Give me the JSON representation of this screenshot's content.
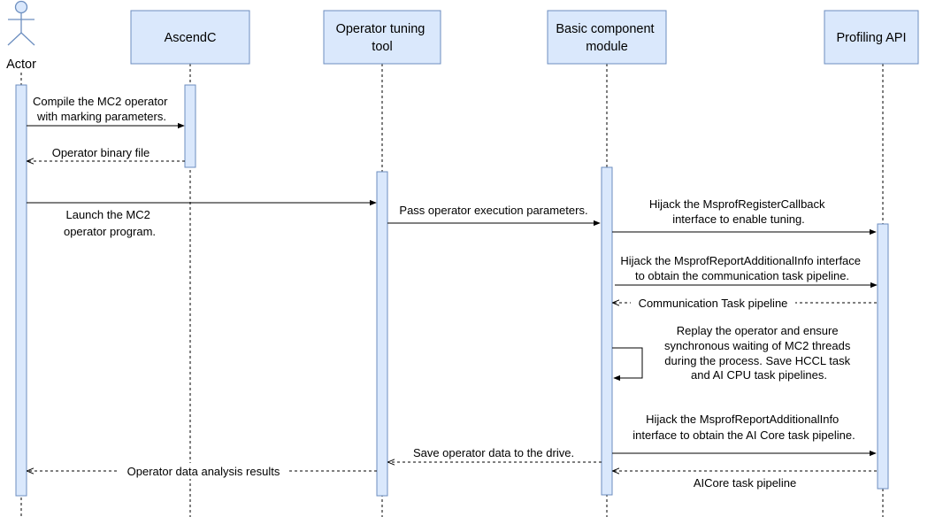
{
  "colors": {
    "box_fill": "#dae8fc",
    "box_stroke": "#6c8ebf",
    "line": "#000000",
    "background": "#ffffff"
  },
  "actor": {
    "name": "Actor",
    "icon": "stick-figure-icon"
  },
  "participants": [
    {
      "id": "ascendc",
      "lines": [
        "AscendC"
      ]
    },
    {
      "id": "tuning-tool",
      "lines": [
        "Operator tuning",
        "tool"
      ]
    },
    {
      "id": "basic-module",
      "lines": [
        "Basic component",
        "module"
      ]
    },
    {
      "id": "profiling-api",
      "lines": [
        "Profiling API"
      ]
    }
  ],
  "messages": [
    {
      "id": "compile",
      "from": "actor",
      "to": "ascendc",
      "kind": "sync",
      "lines": [
        "Compile the MC2 operator",
        "with marking parameters."
      ]
    },
    {
      "id": "binary-file",
      "from": "ascendc",
      "to": "actor",
      "kind": "return",
      "lines": [
        "Operator binary file"
      ]
    },
    {
      "id": "launch",
      "from": "actor",
      "to": "tuning-tool",
      "kind": "sync",
      "lines": [
        "Launch the MC2",
        "operator program."
      ]
    },
    {
      "id": "pass-params",
      "from": "tuning-tool",
      "to": "basic-module",
      "kind": "sync",
      "lines": [
        "Pass operator execution parameters."
      ]
    },
    {
      "id": "hijack-register",
      "from": "basic-module",
      "to": "profiling-api",
      "kind": "sync",
      "lines": [
        "Hijack the MsprofRegisterCallback",
        "interface to enable tuning."
      ]
    },
    {
      "id": "hijack-report-comm",
      "from": "basic-module",
      "to": "profiling-api",
      "kind": "sync",
      "lines": [
        "Hijack the MsprofReportAdditionalInfo interface",
        "to obtain the communication task pipeline."
      ]
    },
    {
      "id": "comm-pipeline",
      "from": "profiling-api",
      "to": "basic-module",
      "kind": "return",
      "lines": [
        "Communication Task pipeline"
      ]
    },
    {
      "id": "replay",
      "from": "basic-module",
      "to": "basic-module",
      "kind": "self",
      "lines": [
        "Replay the operator and ensure",
        "synchronous waiting of MC2 threads",
        "during the process. Save HCCL task",
        "and AI CPU task pipelines."
      ]
    },
    {
      "id": "hijack-report-aicore",
      "from": "basic-module",
      "to": "profiling-api",
      "kind": "sync",
      "lines": [
        "Hijack the MsprofReportAdditionalInfo",
        "interface to obtain the AI Core task pipeline."
      ]
    },
    {
      "id": "save-data",
      "from": "basic-module",
      "to": "tuning-tool",
      "kind": "return",
      "lines": [
        "Save operator data to the drive."
      ]
    },
    {
      "id": "aicore-pipeline",
      "from": "profiling-api",
      "to": "basic-module",
      "kind": "return",
      "lines": [
        "AICore task pipeline"
      ]
    },
    {
      "id": "analysis-results",
      "from": "tuning-tool",
      "to": "actor",
      "kind": "return",
      "lines": [
        "Operator data analysis results"
      ]
    }
  ]
}
